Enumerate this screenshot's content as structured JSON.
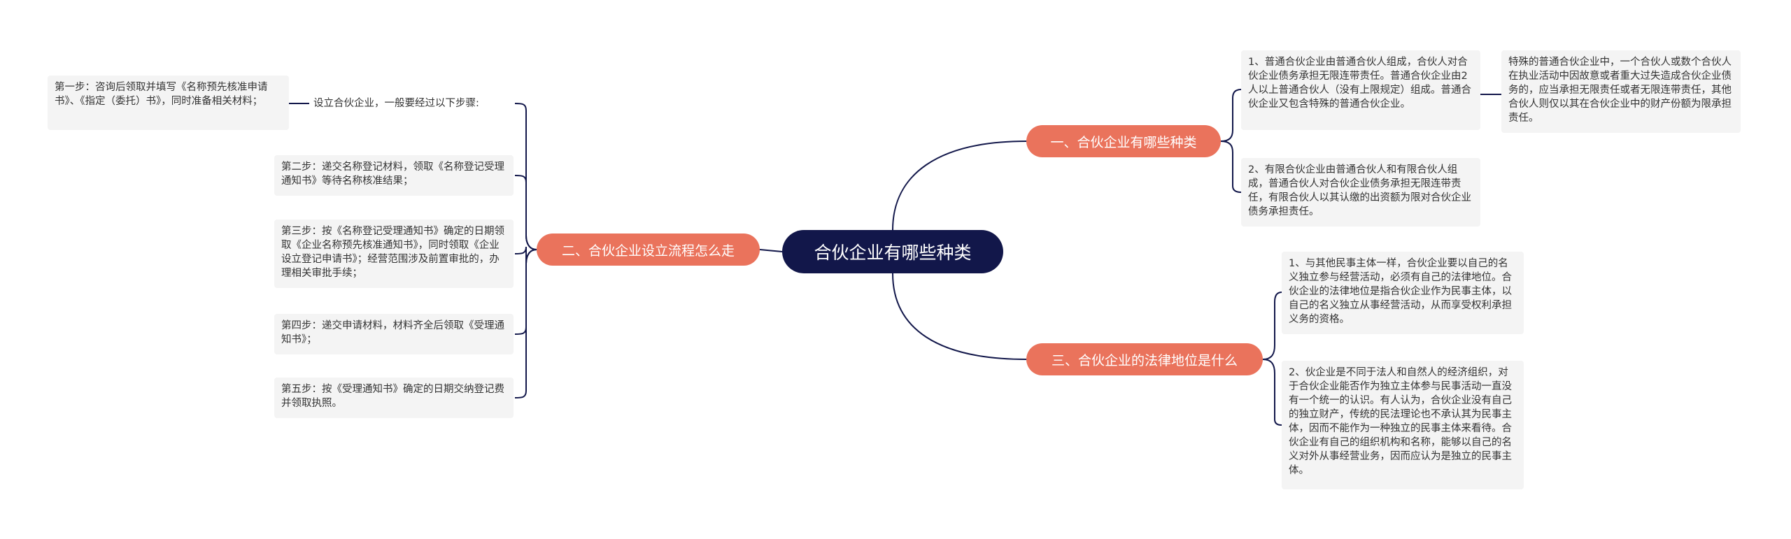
{
  "root": {
    "label": "合伙企业有哪些种类"
  },
  "branches": {
    "types": {
      "label": "一、合伙企业有哪些种类",
      "items": [
        "1、普通合伙企业由普通合伙人组成，合伙人对合伙企业债务承担无限连带责任。普通合伙企业由2人以上普通合伙人（没有上限规定）组成。普通合伙企业又包含特殊的普通合伙企业。",
        "2、有限合伙企业由普通合伙人和有限合伙人组成，普通合伙人对合伙企业债务承担无限连带责任，有限合伙人以其认缴的出资额为限对合伙企业债务承担责任。"
      ],
      "sub_note": "特殊的普通合伙企业中，一个合伙人或数个合伙人在执业活动中因故意或者重大过失造成合伙企业债务的，应当承担无限责任或者无限连带责任，其他合伙人则仅以其在合伙企业中的财产份额为限承担责任。"
    },
    "process": {
      "label": "二、合伙企业设立流程怎么走",
      "intro": "设立合伙企业，一般要经过以下步骤:",
      "step1": "第一步：咨询后领取并填写《名称预先核准申请书》、《指定（委托）书》，同时准备相关材料；",
      "steps": [
        "第二步：递交名称登记材料，领取《名称登记受理通知书》等待名称核准结果；",
        "第三步：按《名称登记受理通知书》确定的日期领取《企业名称预先核准通知书》，同时领取《企业设立登记申请书》；经营范围涉及前置审批的，办理相关审批手续；",
        "第四步：递交申请材料，材料齐全后领取《受理通知书》；",
        "第五步：按《受理通知书》确定的日期交纳登记费并领取执照。"
      ]
    },
    "legal": {
      "label": "三、合伙企业的法律地位是什么",
      "items": [
        "1、与其他民事主体一样，合伙企业要以自己的名义独立参与经营活动，必须有自己的法律地位。合伙企业的法律地位是指合伙企业作为民事主体，以自己的名义独立从事经营活动，从而享受权利承担义务的资格。",
        "2、伙企业是不同于法人和自然人的经济组织，对于合伙企业能否作为独立主体参与民事活动一直没有一个统一的认识。有人认为，合伙企业没有自己的独立财产，传统的民法理论也不承认其为民事主体，因而不能作为一种独立的民事主体来看待。合伙企业有自己的组织机构和名称，能够以自己的名义对外从事经营业务，因而应认为是独立的民事主体。"
      ]
    }
  },
  "colors": {
    "root_bg": "#12174a",
    "branch_bg": "#ea735c",
    "leaf_bg": "#f4f4f4",
    "line": "#12174a"
  }
}
